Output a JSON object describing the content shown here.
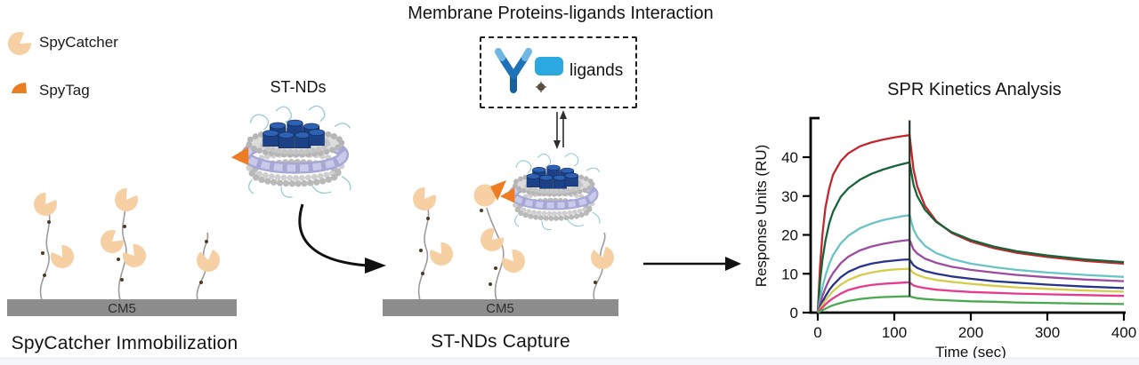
{
  "legend": {
    "items": [
      {
        "label": "SpyCatcher",
        "color": "#f6cfa2"
      },
      {
        "label": "SpyTag",
        "color": "#ee7c22"
      }
    ]
  },
  "main_title": "Membrane Proteins-ligands Interaction",
  "ligand_box": {
    "label": "ligands",
    "antibody_color": "#1d72b8",
    "ligand_block_color": "#2aa9e1"
  },
  "st_nds_label": "ST-NDs",
  "panel1": {
    "chip_label": "CM5",
    "caption": "SpyCatcher Immobilization"
  },
  "panel2": {
    "chip_label": "CM5",
    "caption": "ST-NDs Capture"
  },
  "chart_data": {
    "type": "line",
    "title": "SPR Kinetics Analysis",
    "xlabel": "Time (sec)",
    "ylabel": "Response Units (RU)",
    "xlim": [
      0,
      400
    ],
    "ylim": [
      0,
      50
    ],
    "xticks": [
      0,
      100,
      200,
      300,
      400
    ],
    "yticks": [
      0,
      10,
      20,
      30,
      40
    ],
    "grid": false,
    "legend_position": "none",
    "association_end_sec": 120,
    "spike": {
      "t": 120,
      "from": 4.2,
      "to": 49.5,
      "color": "#1f3527"
    },
    "series": [
      {
        "name": "trace-1-red",
        "color": "#c1272d",
        "points": [
          [
            0,
            0
          ],
          [
            3,
            12
          ],
          [
            6,
            20
          ],
          [
            10,
            27
          ],
          [
            15,
            32
          ],
          [
            20,
            35.5
          ],
          [
            30,
            39
          ],
          [
            40,
            41
          ],
          [
            55,
            42.8
          ],
          [
            70,
            43.8
          ],
          [
            85,
            44.5
          ],
          [
            100,
            45.1
          ],
          [
            110,
            45.4
          ],
          [
            120,
            45.7
          ],
          [
            125,
            37
          ],
          [
            130,
            32.5
          ],
          [
            140,
            27.5
          ],
          [
            155,
            23.5
          ],
          [
            175,
            20.5
          ],
          [
            200,
            18.3
          ],
          [
            230,
            16.6
          ],
          [
            260,
            15.4
          ],
          [
            300,
            14.3
          ],
          [
            350,
            13.3
          ],
          [
            400,
            12.6
          ]
        ]
      },
      {
        "name": "trace-2-dark-green",
        "color": "#17643c",
        "points": [
          [
            0,
            0
          ],
          [
            3,
            8
          ],
          [
            6,
            13.5
          ],
          [
            10,
            18.5
          ],
          [
            15,
            23
          ],
          [
            20,
            26
          ],
          [
            30,
            29.8
          ],
          [
            40,
            32
          ],
          [
            55,
            34.2
          ],
          [
            70,
            35.7
          ],
          [
            85,
            36.8
          ],
          [
            100,
            37.7
          ],
          [
            110,
            38.2
          ],
          [
            120,
            38.7
          ],
          [
            125,
            33
          ],
          [
            130,
            30
          ],
          [
            140,
            26.5
          ],
          [
            155,
            23.3
          ],
          [
            175,
            20.7
          ],
          [
            200,
            18.7
          ],
          [
            230,
            17
          ],
          [
            260,
            15.8
          ],
          [
            300,
            14.7
          ],
          [
            350,
            13.7
          ],
          [
            400,
            13
          ]
        ]
      },
      {
        "name": "trace-3-teal",
        "color": "#6ac4c5",
        "points": [
          [
            0,
            0
          ],
          [
            3,
            3.5
          ],
          [
            6,
            6.5
          ],
          [
            10,
            9.5
          ],
          [
            15,
            12.5
          ],
          [
            20,
            14.8
          ],
          [
            30,
            17.8
          ],
          [
            40,
            19.8
          ],
          [
            55,
            21.7
          ],
          [
            70,
            22.9
          ],
          [
            85,
            23.8
          ],
          [
            100,
            24.4
          ],
          [
            110,
            24.8
          ],
          [
            120,
            25.1
          ],
          [
            125,
            21.5
          ],
          [
            130,
            19.5
          ],
          [
            140,
            17.2
          ],
          [
            155,
            15.3
          ],
          [
            175,
            13.8
          ],
          [
            200,
            12.6
          ],
          [
            230,
            11.7
          ],
          [
            260,
            11
          ],
          [
            300,
            10.3
          ],
          [
            350,
            9.7
          ],
          [
            400,
            9.2
          ]
        ]
      },
      {
        "name": "trace-4-purple",
        "color": "#9c4b9e",
        "points": [
          [
            0,
            0
          ],
          [
            3,
            2.2
          ],
          [
            6,
            4.2
          ],
          [
            10,
            6.3
          ],
          [
            15,
            8.5
          ],
          [
            20,
            10.2
          ],
          [
            30,
            12.7
          ],
          [
            40,
            14.4
          ],
          [
            55,
            16
          ],
          [
            70,
            17
          ],
          [
            85,
            17.7
          ],
          [
            100,
            18.2
          ],
          [
            110,
            18.5
          ],
          [
            120,
            18.7
          ],
          [
            125,
            16.3
          ],
          [
            130,
            15.2
          ],
          [
            140,
            13.9
          ],
          [
            155,
            12.8
          ],
          [
            175,
            11.8
          ],
          [
            200,
            11
          ],
          [
            230,
            10.3
          ],
          [
            260,
            9.7
          ],
          [
            300,
            9.1
          ],
          [
            350,
            8.5
          ],
          [
            400,
            8.1
          ]
        ]
      },
      {
        "name": "trace-5-navy",
        "color": "#27348b",
        "points": [
          [
            0,
            0
          ],
          [
            3,
            1.4
          ],
          [
            6,
            2.7
          ],
          [
            10,
            4.2
          ],
          [
            15,
            5.8
          ],
          [
            20,
            7.1
          ],
          [
            30,
            9.1
          ],
          [
            40,
            10.5
          ],
          [
            55,
            11.8
          ],
          [
            70,
            12.6
          ],
          [
            85,
            13.1
          ],
          [
            100,
            13.4
          ],
          [
            110,
            13.6
          ],
          [
            120,
            13.7
          ],
          [
            125,
            12.2
          ],
          [
            130,
            11.5
          ],
          [
            140,
            10.7
          ],
          [
            155,
            10
          ],
          [
            175,
            9.3
          ],
          [
            200,
            8.7
          ],
          [
            230,
            8.1
          ],
          [
            260,
            7.7
          ],
          [
            300,
            7.2
          ],
          [
            350,
            6.7
          ],
          [
            400,
            6.3
          ]
        ]
      },
      {
        "name": "trace-6-yellow",
        "color": "#d4cc4a",
        "points": [
          [
            0,
            0
          ],
          [
            3,
            1
          ],
          [
            6,
            2
          ],
          [
            10,
            3.1
          ],
          [
            15,
            4.4
          ],
          [
            20,
            5.5
          ],
          [
            30,
            7.2
          ],
          [
            40,
            8.4
          ],
          [
            55,
            9.6
          ],
          [
            70,
            10.3
          ],
          [
            85,
            10.8
          ],
          [
            100,
            11.1
          ],
          [
            110,
            11.2
          ],
          [
            120,
            11.3
          ],
          [
            125,
            10.2
          ],
          [
            130,
            9.7
          ],
          [
            140,
            9
          ],
          [
            155,
            8.4
          ],
          [
            175,
            7.9
          ],
          [
            200,
            7.4
          ],
          [
            230,
            6.9
          ],
          [
            260,
            6.5
          ],
          [
            300,
            6.1
          ],
          [
            350,
            5.7
          ],
          [
            400,
            5.4
          ]
        ]
      },
      {
        "name": "trace-7-pink",
        "color": "#e83a8c",
        "points": [
          [
            0,
            0
          ],
          [
            3,
            0.7
          ],
          [
            6,
            1.3
          ],
          [
            10,
            2.1
          ],
          [
            15,
            3
          ],
          [
            20,
            3.7
          ],
          [
            30,
            4.9
          ],
          [
            40,
            5.8
          ],
          [
            55,
            6.6
          ],
          [
            70,
            7.1
          ],
          [
            85,
            7.4
          ],
          [
            100,
            7.6
          ],
          [
            110,
            7.7
          ],
          [
            120,
            7.8
          ],
          [
            125,
            7
          ],
          [
            130,
            6.7
          ],
          [
            140,
            6.3
          ],
          [
            155,
            5.9
          ],
          [
            175,
            5.6
          ],
          [
            200,
            5.3
          ],
          [
            230,
            5.1
          ],
          [
            260,
            4.9
          ],
          [
            300,
            4.7
          ],
          [
            350,
            4.5
          ],
          [
            400,
            4.3
          ]
        ]
      },
      {
        "name": "trace-8-green",
        "color": "#48a94e",
        "points": [
          [
            0,
            0
          ],
          [
            3,
            0.3
          ],
          [
            6,
            0.6
          ],
          [
            10,
            1
          ],
          [
            15,
            1.5
          ],
          [
            20,
            1.9
          ],
          [
            30,
            2.5
          ],
          [
            40,
            3
          ],
          [
            55,
            3.5
          ],
          [
            70,
            3.8
          ],
          [
            85,
            4
          ],
          [
            100,
            4.1
          ],
          [
            110,
            4.15
          ],
          [
            120,
            4.2
          ],
          [
            125,
            3.9
          ],
          [
            130,
            3.7
          ],
          [
            140,
            3.5
          ],
          [
            155,
            3.3
          ],
          [
            175,
            3.1
          ],
          [
            200,
            2.9
          ],
          [
            230,
            2.8
          ],
          [
            260,
            2.6
          ],
          [
            300,
            2.5
          ],
          [
            350,
            2.3
          ],
          [
            400,
            2.2
          ]
        ]
      }
    ]
  }
}
